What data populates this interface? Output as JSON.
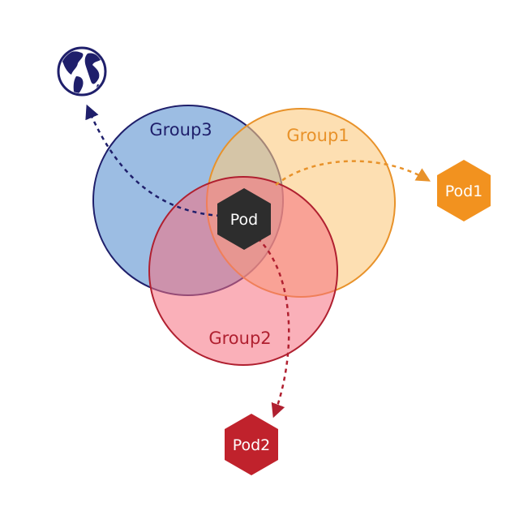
{
  "groups": [
    {
      "name": "Group3",
      "color": "#1f1f6b",
      "fill": "#3a7cc8"
    },
    {
      "name": "Group1",
      "color": "#e8922a",
      "fill": "#fbc97f"
    },
    {
      "name": "Group2",
      "color": "#b02030",
      "fill": "#f57080"
    }
  ],
  "center_pod": {
    "label": "Pod",
    "color": "#2d2d2d"
  },
  "targets": [
    {
      "label": "Pod1",
      "color": "#f2921f"
    },
    {
      "label": "Pod2",
      "color": "#c0222c"
    }
  ],
  "internet_icon": "globe-icon"
}
